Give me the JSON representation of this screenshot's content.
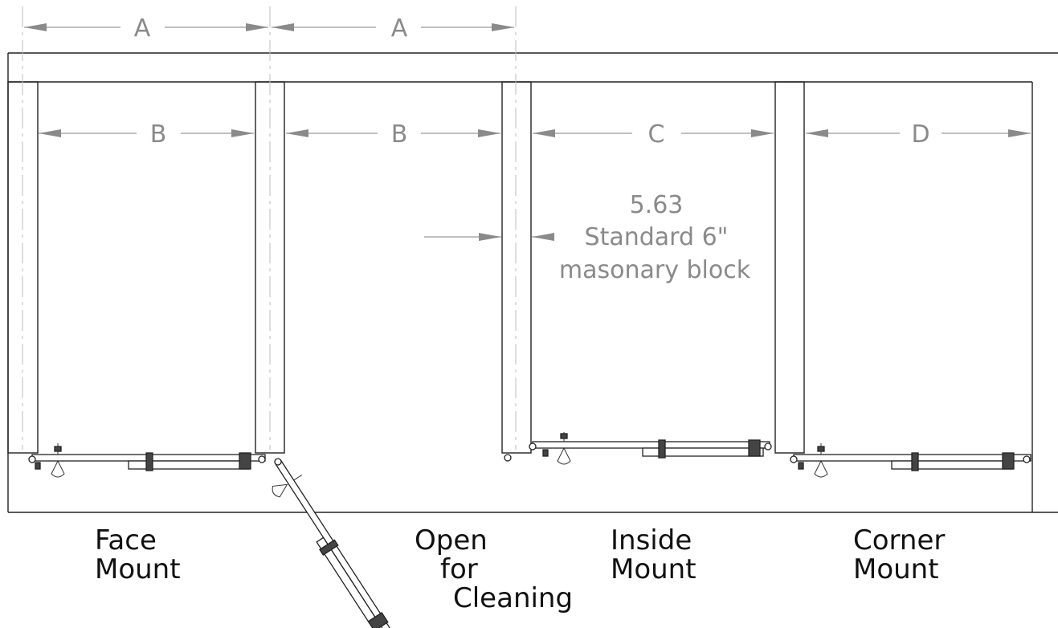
{
  "dimensions": {
    "a_left": "A",
    "a_right": "A",
    "b_left": "B",
    "b_middle": "B",
    "c": "C",
    "d": "D"
  },
  "note": {
    "value": "5.63",
    "line1": "Standard 6\"",
    "line2": "masonary block"
  },
  "labels": {
    "face_mount": [
      "Face",
      "Mount"
    ],
    "open_for_cleaning": [
      "Open",
      "for",
      "Cleaning"
    ],
    "inside_mount": [
      "Inside",
      "Mount"
    ],
    "corner_mount": [
      "Corner",
      "Mount"
    ]
  }
}
